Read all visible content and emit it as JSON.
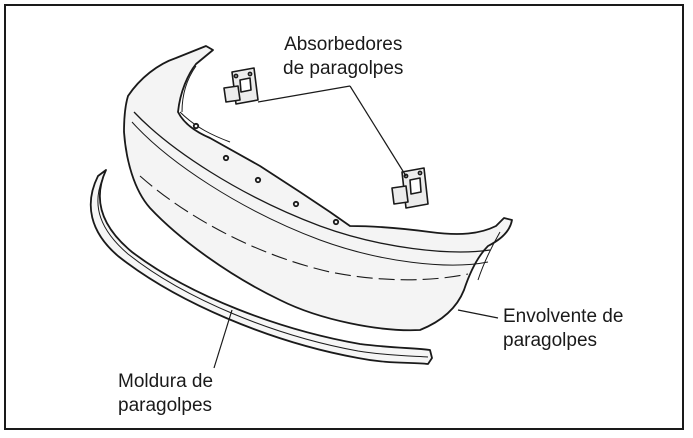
{
  "labels": {
    "absorbers": {
      "line1": "Absorbedores",
      "line2": "de paragolpes"
    },
    "cover": {
      "line1": "Envolvente de",
      "line2": "paragolpes"
    },
    "molding": {
      "line1": "Moldura de",
      "line2": "paragolpes"
    }
  },
  "colors": {
    "ink": "#1a1a1a",
    "part_fill": "#f2f2f2",
    "background": "#ffffff"
  }
}
